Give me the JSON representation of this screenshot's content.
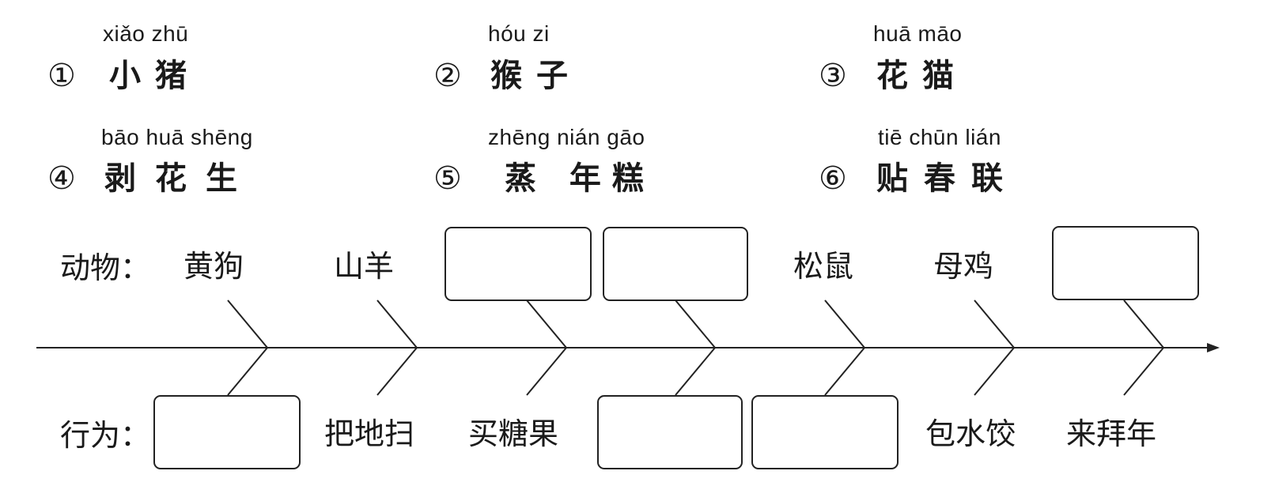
{
  "words": [
    {
      "num": "①",
      "pinyin": "xiǎo zhū",
      "hanzi": "小猪"
    },
    {
      "num": "②",
      "pinyin": "hóu  zi",
      "hanzi": "猴子"
    },
    {
      "num": "③",
      "pinyin": "huā māo",
      "hanzi": "花猫"
    },
    {
      "num": "④",
      "pinyin": "bāo huā shēng",
      "hanzi": "剥花生"
    },
    {
      "num": "⑤",
      "pinyin": "zhēng nián gāo",
      "hanzi": "蒸 年糕"
    },
    {
      "num": "⑥",
      "pinyin": "tiē chūn lián",
      "hanzi": "贴春联"
    }
  ],
  "diagram": {
    "row_labels": {
      "animals": "动物：",
      "actions": "行为："
    },
    "animals": [
      "黄狗",
      "山羊",
      "",
      "",
      "松鼠",
      "母鸡",
      ""
    ],
    "actions": [
      "",
      "把地扫",
      "买糖果",
      "",
      "",
      "包水饺",
      "来拜年"
    ]
  }
}
